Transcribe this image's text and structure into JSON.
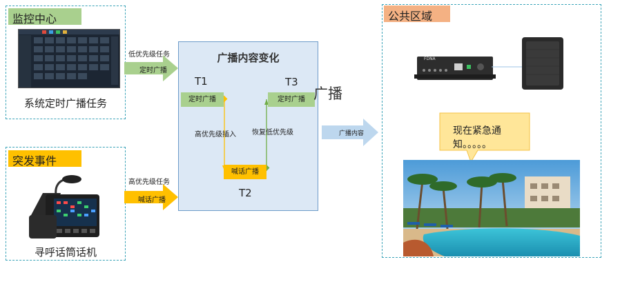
{
  "monitor": {
    "tag": "监控中心",
    "caption": "系统定时广播任务"
  },
  "incident": {
    "tag": "突发事件",
    "caption": "寻呼话筒话机"
  },
  "arrows": {
    "low_priority_label": "低优先级任务",
    "low_priority_arrow": "定时广播",
    "high_priority_label": "高优先级任务",
    "high_priority_arrow": "喊话广播",
    "output_arrow": "广播内容"
  },
  "center": {
    "title": "广播内容变化",
    "t1": "T1",
    "t2": "T2",
    "t3": "T3",
    "t1_box": "定时广播",
    "t2_box": "喊话广播",
    "t3_box": "定时广播",
    "insert_label": "高优先级插入",
    "restore_label": "恢复低优先级"
  },
  "stray_text": "广播",
  "public": {
    "tag": "公共区域",
    "bubble": "现在紧急通知。。。。。",
    "device_brand": "FDNA"
  },
  "colors": {
    "green": "#a9d08e",
    "yellow": "#ffc000",
    "peach": "#f4b183",
    "blue_panel": "#dce8f5",
    "dash": "#3aa3b8"
  }
}
